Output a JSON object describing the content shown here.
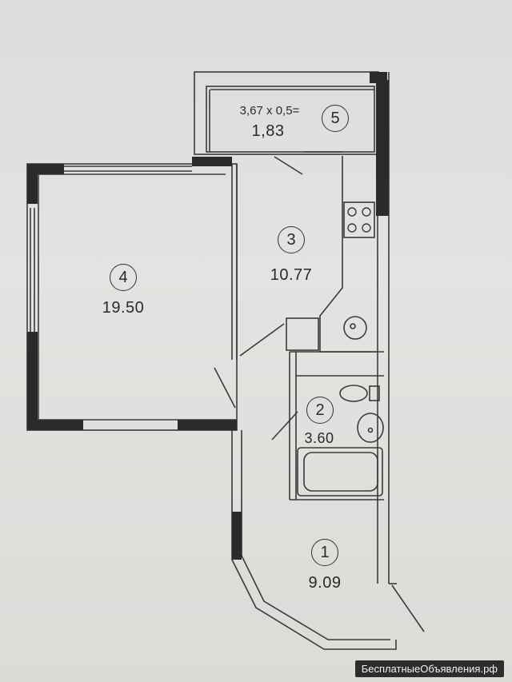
{
  "rooms": [
    {
      "number": "1",
      "area": "9.09"
    },
    {
      "number": "2",
      "area": "3.60"
    },
    {
      "number": "3",
      "area": "10.77"
    },
    {
      "number": "4",
      "area": "19.50"
    },
    {
      "number": "5",
      "area": "1,83",
      "formula": "3,67 x 0,5="
    }
  ],
  "watermark": "БесплатныеОбъявления.рф"
}
